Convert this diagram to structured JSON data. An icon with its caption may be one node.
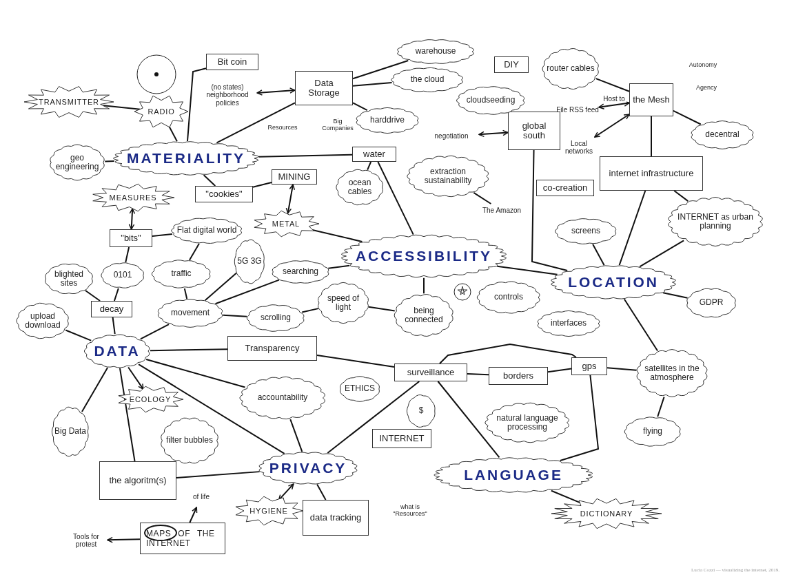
{
  "diagram": {
    "caption": "Lucia Cozzi — visualizing the internet, 2019.",
    "nodes": [
      {
        "text": [
          "MATERIALITY"
        ]
      },
      {
        "text": [
          "TRANSMITTER"
        ]
      },
      {
        "text": [
          "RADIO"
        ]
      },
      {
        "text": [
          "geo engineering"
        ]
      },
      {
        "text": [
          "Bit coin"
        ]
      },
      {
        "text": [
          "(no states) neighborhood policies"
        ]
      },
      {
        "text": [
          "Data Storage"
        ]
      },
      {
        "text": [
          "warehouse"
        ]
      },
      {
        "text": [
          "the cloud"
        ]
      },
      {
        "text": [
          "harddrive"
        ]
      },
      {
        "text": [
          "water"
        ]
      },
      {
        "text": [
          "ocean cables"
        ]
      },
      {
        "text": [
          "\"cookies\""
        ]
      },
      {
        "text": [
          "MINING"
        ]
      },
      {
        "text": [
          "METAL"
        ]
      },
      {
        "text": [
          "MEASURES"
        ]
      },
      {
        "text": [
          "\"bits\""
        ]
      },
      {
        "text": [
          "Flat digital world"
        ]
      },
      {
        "text": [
          "blighted sites"
        ]
      },
      {
        "text": [
          "0101"
        ]
      },
      {
        "text": [
          "traffic"
        ]
      },
      {
        "text": [
          "decay"
        ]
      },
      {
        "text": [
          "upload download"
        ]
      },
      {
        "text": [
          "movement"
        ]
      },
      {
        "text": [
          "5G 3G"
        ]
      },
      {
        "text": [
          "searching"
        ]
      },
      {
        "text": [
          "scrolling"
        ]
      },
      {
        "text": [
          "speed of light"
        ]
      },
      {
        "text": [
          "ACCESSIBILITY"
        ]
      },
      {
        "text": [
          "being connected"
        ]
      },
      {
        "text": [
          "DATA"
        ]
      },
      {
        "text": [
          "Transparency"
        ]
      },
      {
        "text": [
          "Big Data"
        ]
      },
      {
        "text": [
          "ECOLOGY"
        ]
      },
      {
        "text": [
          "the algoritm(s)"
        ]
      },
      {
        "text": [
          "filter bubbles"
        ]
      },
      {
        "text": [
          "accountability"
        ]
      },
      {
        "text": [
          "ETHICS"
        ]
      },
      {
        "text": [
          "PRIVACY"
        ]
      },
      {
        "text": [
          "HYGIENE"
        ]
      },
      {
        "text": [
          "data tracking"
        ]
      },
      {
        "text": [
          "MAPS OF THE INTERNET"
        ]
      },
      {
        "text": [
          "of life"
        ]
      },
      {
        "text": [
          "Tools for protest"
        ]
      },
      {
        "text": [
          "INTERNET"
        ]
      },
      {
        "text": [
          "$"
        ]
      },
      {
        "text": [
          "surveillance"
        ]
      },
      {
        "text": [
          "borders"
        ]
      },
      {
        "text": [
          "gps"
        ]
      },
      {
        "text": [
          "natural language processing"
        ]
      },
      {
        "text": [
          "LANGUAGE"
        ]
      },
      {
        "text": [
          "DICTIONARY"
        ]
      },
      {
        "text": [
          "satellites in the atmosphere"
        ]
      },
      {
        "text": [
          "flying"
        ]
      },
      {
        "text": [
          "LOCATION"
        ]
      },
      {
        "text": [
          "GDPR"
        ]
      },
      {
        "text": [
          "INTERNET as urban planning"
        ]
      },
      {
        "text": [
          "screens"
        ]
      },
      {
        "text": [
          "controls"
        ]
      },
      {
        "text": [
          "interfaces"
        ]
      },
      {
        "text": [
          "co-creation"
        ]
      },
      {
        "text": [
          "internet infrastructure"
        ]
      },
      {
        "text": [
          "global south"
        ]
      },
      {
        "text": [
          "negotiation"
        ]
      },
      {
        "text": [
          "extraction sustainability"
        ]
      },
      {
        "text": [
          "The Amazon"
        ]
      },
      {
        "text": [
          "cloudseeding"
        ]
      },
      {
        "text": [
          "DIY"
        ]
      },
      {
        "text": [
          "router cables"
        ]
      },
      {
        "text": [
          "the Mesh"
        ]
      },
      {
        "text": [
          "File RSS feed"
        ]
      },
      {
        "text": [
          "Local networks"
        ]
      },
      {
        "text": [
          "decentral"
        ]
      }
    ],
    "edges": [
      {
        "from": 1,
        "to": 2,
        "arrow": "none"
      },
      {
        "from": 2,
        "to": 0,
        "arrow": "none"
      },
      {
        "from": 3,
        "to": 0,
        "arrow": "none"
      },
      {
        "from": 0,
        "to": 4,
        "arrow": "none"
      },
      {
        "from": 0,
        "to": 6,
        "arrow": "none"
      },
      {
        "from": 5,
        "to": 6,
        "arrow": "both"
      },
      {
        "from": 6,
        "to": 7,
        "arrow": "none"
      },
      {
        "from": 6,
        "to": 8,
        "arrow": "none"
      },
      {
        "from": 6,
        "to": 9,
        "arrow": "none"
      },
      {
        "from": 0,
        "to": 10,
        "arrow": "none"
      },
      {
        "from": 10,
        "to": 11,
        "arrow": "none"
      },
      {
        "from": 10,
        "to": 28,
        "arrow": "none"
      },
      {
        "from": 0,
        "to": 12,
        "arrow": "none"
      },
      {
        "from": 12,
        "to": 13,
        "arrow": "none"
      },
      {
        "from": 13,
        "to": 14,
        "arrow": "both"
      },
      {
        "from": 14,
        "to": 28,
        "arrow": "none"
      },
      {
        "from": 15,
        "to": 16,
        "arrow": "both"
      },
      {
        "from": 16,
        "to": 17,
        "arrow": "none"
      },
      {
        "from": 16,
        "to": 19,
        "arrow": "none"
      },
      {
        "from": 19,
        "to": 21,
        "arrow": "none"
      },
      {
        "from": 18,
        "to": 21,
        "arrow": "none"
      },
      {
        "from": 21,
        "to": 30,
        "arrow": "none"
      },
      {
        "from": 22,
        "to": 30,
        "arrow": "none"
      },
      {
        "from": 17,
        "to": 20,
        "arrow": "none"
      },
      {
        "from": 20,
        "to": 23,
        "arrow": "none"
      },
      {
        "from": 23,
        "to": 30,
        "arrow": "none"
      },
      {
        "from": 23,
        "to": 24,
        "arrow": "none"
      },
      {
        "from": 23,
        "to": 25,
        "arrow": "none"
      },
      {
        "from": 25,
        "to": 28,
        "arrow": "none"
      },
      {
        "from": 23,
        "to": 26,
        "arrow": "none"
      },
      {
        "from": 26,
        "to": 27,
        "arrow": "none"
      },
      {
        "from": 27,
        "to": 29,
        "arrow": "none"
      },
      {
        "from": 28,
        "to": 29,
        "arrow": "none"
      },
      {
        "from": 30,
        "to": 31,
        "arrow": "none"
      },
      {
        "from": 31,
        "to": 46,
        "arrow": "none"
      },
      {
        "from": 30,
        "to": 32,
        "arrow": "none"
      },
      {
        "from": 30,
        "to": 33,
        "arrow": "to"
      },
      {
        "from": 30,
        "to": 34,
        "arrow": "none"
      },
      {
        "from": 30,
        "to": 38,
        "arrow": "none"
      },
      {
        "from": 30,
        "to": 36,
        "arrow": "none"
      },
      {
        "from": 36,
        "to": 38,
        "arrow": "none"
      },
      {
        "from": 34,
        "to": 38,
        "arrow": "none"
      },
      {
        "from": 38,
        "to": 39,
        "arrow": "both"
      },
      {
        "from": 38,
        "to": 40,
        "arrow": "none"
      },
      {
        "from": 38,
        "to": 46,
        "arrow": "none"
      },
      {
        "from": 41,
        "to": 42,
        "arrow": "to"
      },
      {
        "from": 41,
        "to": 43,
        "arrow": "to"
      },
      {
        "from": 46,
        "to": 47,
        "arrow": "none"
      },
      {
        "from": 47,
        "to": 48,
        "arrow": "none"
      },
      {
        "from": 46,
        "to": 48,
        "arrow": "none"
      },
      {
        "from": 46,
        "to": 50,
        "arrow": "none"
      },
      {
        "from": 48,
        "to": 50,
        "arrow": "none"
      },
      {
        "from": 50,
        "to": 51,
        "arrow": "none"
      },
      {
        "from": 48,
        "to": 52,
        "arrow": "none"
      },
      {
        "from": 52,
        "to": 53,
        "arrow": "none"
      },
      {
        "from": 54,
        "to": 52,
        "arrow": "none"
      },
      {
        "from": 54,
        "to": 55,
        "arrow": "none"
      },
      {
        "from": 54,
        "to": 56,
        "arrow": "none"
      },
      {
        "from": 54,
        "to": 57,
        "arrow": "none"
      },
      {
        "from": 54,
        "to": 61,
        "arrow": "none"
      },
      {
        "from": 61,
        "to": 56,
        "arrow": "none"
      },
      {
        "from": 28,
        "to": 54,
        "arrow": "none"
      },
      {
        "from": 62,
        "to": 54,
        "arrow": "none"
      },
      {
        "from": 63,
        "to": 62,
        "arrow": "both"
      },
      {
        "from": 64,
        "to": 65,
        "arrow": "none"
      },
      {
        "from": 68,
        "to": 69,
        "arrow": "none"
      },
      {
        "from": 69,
        "to": 72,
        "arrow": "none"
      },
      {
        "from": 69,
        "to": 61,
        "arrow": "none"
      },
      {
        "from": 70,
        "to": 69,
        "arrow": "both",
        "label": "Host to"
      },
      {
        "from": 71,
        "to": 69,
        "arrow": "both"
      }
    ],
    "labels": [
      "Resources",
      "Big Companies",
      "Autonomy",
      "Agency",
      "what is \"Resources\""
    ]
  }
}
